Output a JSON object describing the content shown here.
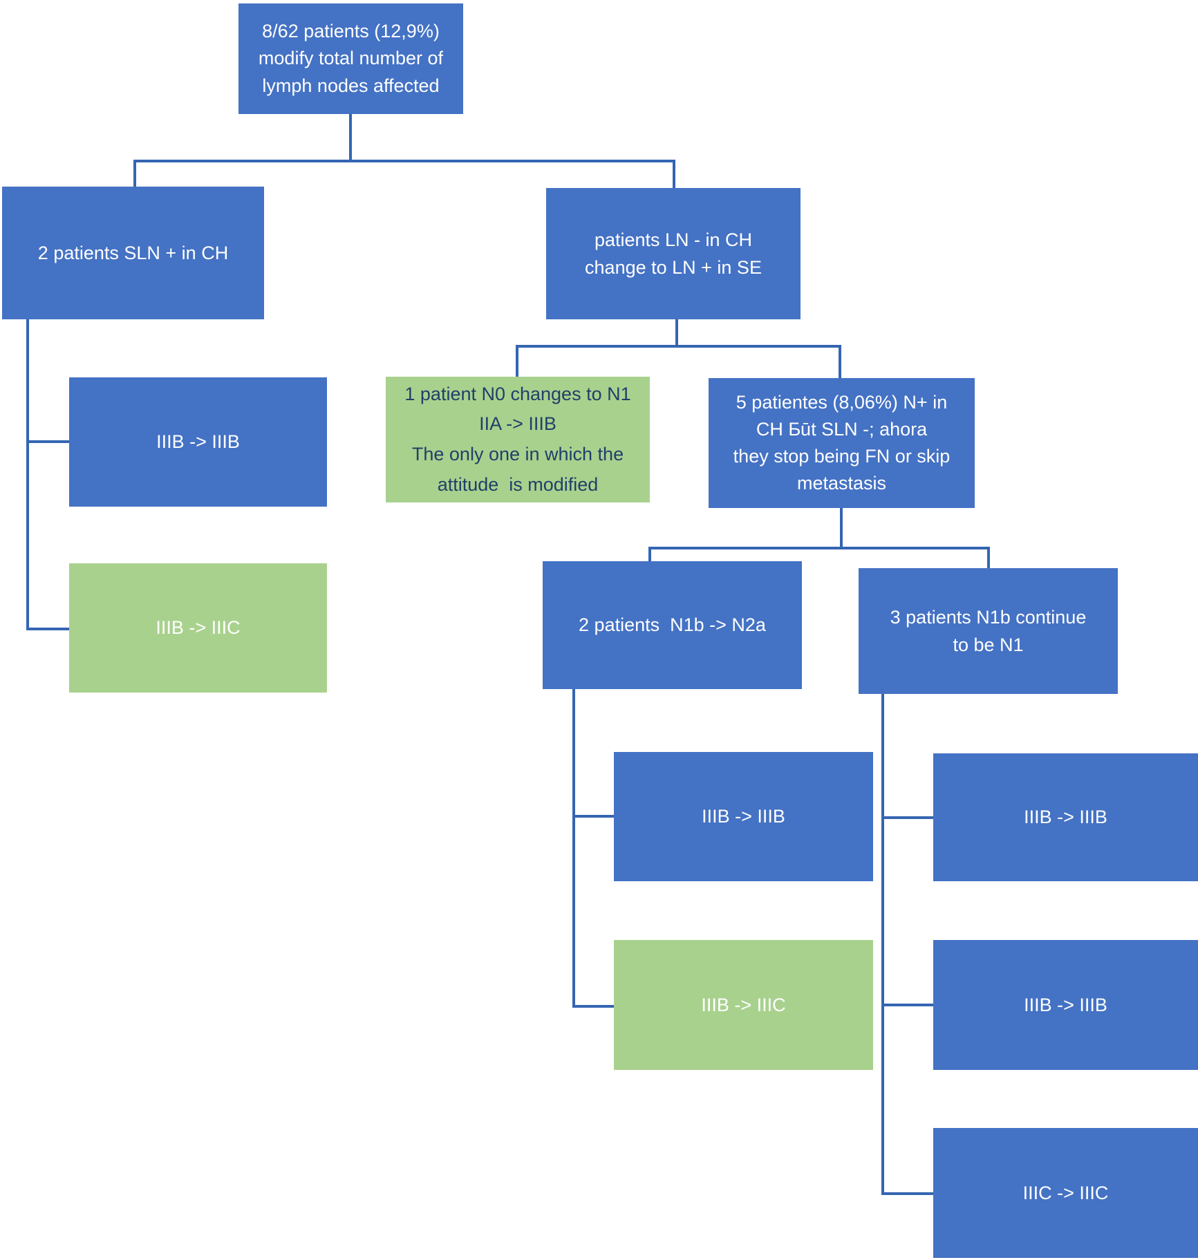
{
  "diagram": {
    "type": "flowchart",
    "title_hidden": "",
    "colors": {
      "node_blue": "#4472c4",
      "node_green": "#a9d18e",
      "connector": "#3565b2",
      "text_on_blue": "#ffffff",
      "text_on_green_result": "#ffffff",
      "text_on_green_note": "#1f4068",
      "background": "#ffffff"
    },
    "nodes": {
      "root": {
        "text": "8/62 patients (12,9%)\nmodify total number of\nlymph nodes affected",
        "variant": "blue"
      },
      "sln_positive_ch": {
        "text": "2 patients SLN + in CH",
        "variant": "blue"
      },
      "ln_change_se": {
        "text": "patients LN - in CH\nchange to LN + in SE",
        "variant": "blue"
      },
      "sln_child_1": {
        "text": "IIIB -> IIIB",
        "variant": "blue"
      },
      "sln_child_2": {
        "text": "IIIB -> IIIC",
        "variant": "green"
      },
      "n0_changes_n1": {
        "text": "1 patient N0 changes to N1\nIIA -> IIIB\nThe only one in which the\nattitude  is modified",
        "variant": "green-note"
      },
      "five_patientes": {
        "text": "5 patientes (8,06%) N+ in\nCH Ƃūt SLN -; ahora\nthey stop being FN or skip\nmetastasis",
        "variant": "blue"
      },
      "n1b_to_n2a": {
        "text": "2 patients  N1b -> N2a",
        "variant": "blue"
      },
      "n1b_continue_n1": {
        "text": "3 patients N1b continue\nto be N1",
        "variant": "blue"
      },
      "n2a_child_1": {
        "text": "IIIB -> IIIB",
        "variant": "blue"
      },
      "n2a_child_2": {
        "text": "IIIB -> IIIC",
        "variant": "green"
      },
      "n1_child_1": {
        "text": "IIIB -> IIIB",
        "variant": "blue"
      },
      "n1_child_2": {
        "text": "IIIB -> IIIB",
        "variant": "blue"
      },
      "n1_child_3": {
        "text": "IIIC -> IIIC",
        "variant": "blue"
      }
    }
  }
}
